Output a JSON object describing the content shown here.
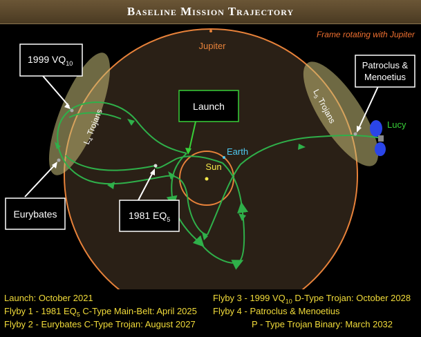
{
  "title": "Baseline Mission Trajectory",
  "frame_note": "Frame rotating with Jupiter",
  "labels": {
    "jupiter": "Jupiter",
    "sun": "Sun",
    "earth": "Earth",
    "lucy": "Lucy",
    "l4": "L",
    "l4_sub": "4",
    "l4_rest": " Trojans",
    "l5": "L",
    "l5_sub": "5",
    "l5_rest": " Trojans"
  },
  "callouts": {
    "launch": "Launch",
    "vq10": "1999 VQ",
    "vq10_sub": "10",
    "patroclus_line1": "Patroclus &",
    "patroclus_line2": "Menoetius",
    "eurybates": "Eurybates",
    "eq5": "1981 EQ",
    "eq5_sub": "5"
  },
  "footer": {
    "launch": "Launch:  October 2021",
    "flyby1_a": "Flyby 1 - 1981 EQ",
    "flyby1_sub": "5",
    "flyby1_b": " C-Type Main-Belt:  April 2025",
    "flyby2": "Flyby 2 - Eurybates C-Type Trojan:  August 2027",
    "flyby3_a": "Flyby 3 - 1999 VQ",
    "flyby3_sub": "10",
    "flyby3_b": " D-Type Trojan:  October 2028",
    "flyby4": "Flyby 4 - Patroclus & Menoetius",
    "flyby4_b": "P - Type Trojan Binary:  March 2032"
  },
  "colors": {
    "orbit": "#e8823a",
    "trajectory": "#2fb04a",
    "trojan_cloud": "#c8c07a",
    "callout_launch": "#38d038",
    "footer_text": "#f2dc3a",
    "earth_label": "#4fc8f0",
    "sun_label": "#f4e84a",
    "frame_note": "#f07030"
  }
}
